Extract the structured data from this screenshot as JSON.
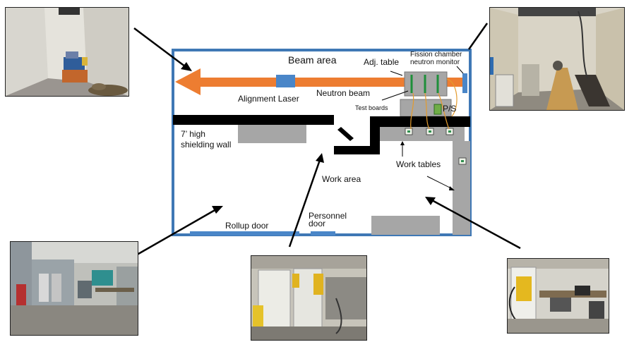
{
  "labels": {
    "beam_area": "Beam area",
    "adj_table": "Adj. table",
    "fission_chamber": "Fission chamber",
    "neutron_monitor": "neutron  monitor",
    "alignment_laser": "Alignment Laser",
    "neutron_beam": "Neutron beam",
    "test_boards": "Test boards",
    "ps": "P/S",
    "shielding_wall_1": "7’ high",
    "shielding_wall_2": "shielding wall",
    "work_tables": "Work tables",
    "work_area": "Work area",
    "rollup_door": "Rollup door",
    "personnel_door_1": "Personnel",
    "personnel_door_2": "door"
  },
  "colors": {
    "room_border": "#3f78b5",
    "beam": "#ed7d31",
    "wall": "#000000",
    "table": "#a6a6a6",
    "laser": "#4a86c8",
    "ps_box": "#70ad47",
    "door": "#4a86c8"
  },
  "photos": [
    "photo-beam-line",
    "photo-beam-room",
    "photo-rollup-area",
    "photo-work-area",
    "photo-work-tables"
  ]
}
